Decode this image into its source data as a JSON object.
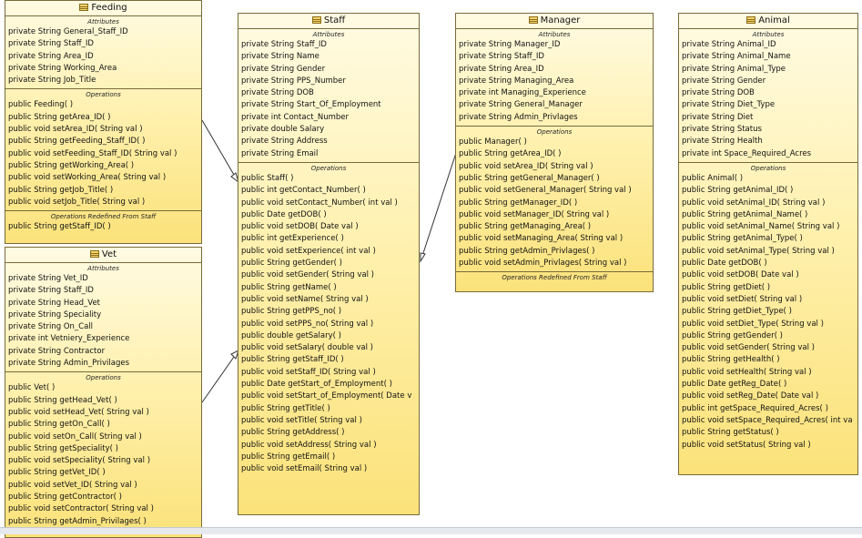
{
  "classes": {
    "feeding": {
      "name": "Feeding",
      "attributes_title": "Attributes",
      "attributes": [
        "private String General_Staff_ID",
        "private String Staff_ID",
        "private String Area_ID",
        "private String Working_Area",
        "private String Job_Title"
      ],
      "operations_title": "Operations",
      "operations": [
        "public Feeding( )",
        "public String  getArea_ID( )",
        "public void  setArea_ID( String val )",
        "public String  getFeeding_Staff_ID( )",
        "public void  setFeeding_Staff_ID( String val )",
        "public String  getWorking_Area( )",
        "public void  setWorking_Area( String val )",
        "public String  getJob_Title( )",
        "public void  setJob_Title( String val )"
      ],
      "redefined_title": "Operations Redefined From Staff",
      "redefined": [
        "public String  getStaff_ID( )"
      ]
    },
    "vet": {
      "name": "Vet",
      "attributes_title": "Attributes",
      "attributes": [
        "private String Vet_ID",
        "private String Staff_ID",
        "private String Head_Vet",
        "private String Speciality",
        "private String On_Call",
        "private int Vetniery_Experience",
        "private String Contractor",
        "private String Admin_Privilages"
      ],
      "operations_title": "Operations",
      "operations": [
        "public Vet( )",
        "public String  getHead_Vet( )",
        "public void  setHead_Vet( String val )",
        "public String  getOn_Call( )",
        "public void  setOn_Call( String val )",
        "public String  getSpeciality( )",
        "public void  setSpeciality( String val )",
        "public String  getVet_ID( )",
        "public void  setVet_ID( String val )",
        "public String  getContractor( )",
        "public void  setContractor( String val )",
        "public String  getAdmin_Privilages( )"
      ]
    },
    "staff": {
      "name": "Staff",
      "attributes_title": "Attributes",
      "attributes": [
        "private String Staff_ID",
        "private String Name",
        "private String Gender",
        "private String PPS_Number",
        "private String DOB",
        "private String Start_Of_Employment",
        "private int Contact_Number",
        "private double Salary",
        "private String Address",
        "private String Email"
      ],
      "operations_title": "Operations",
      "operations": [
        "public Staff( )",
        "public int  getContact_Number( )",
        "public void  setContact_Number( int val )",
        "public Date  getDOB( )",
        "public void  setDOB( Date val )",
        "public int  getExperience( )",
        "public void  setExperience( int val )",
        "public String  getGender( )",
        "public void  setGender( String val )",
        "public String  getName( )",
        "public void  setName( String val )",
        "public String  getPPS_no( )",
        "public void  setPPS_no( String val )",
        "public double  getSalary( )",
        "public void  setSalary( double val )",
        "public String  getStaff_ID( )",
        "public void  setStaff_ID( String val )",
        "public Date  getStart_of_Employment( )",
        "public void  setStart_of_Employment( Date v",
        "public String  getTitle( )",
        "public void  setTitle( String val )",
        "public String  getAddress( )",
        "public void  setAddress( String val )",
        "public String  getEmail( )",
        "public void  setEmail( String val )"
      ]
    },
    "manager": {
      "name": "Manager",
      "attributes_title": "Attributes",
      "attributes": [
        "private String Manager_ID",
        "private String Staff_ID",
        "private String Area_ID",
        "private String Managing_Area",
        "private int Managing_Experience",
        "private String General_Manager",
        "private String Admin_Privlages"
      ],
      "operations_title": "Operations",
      "operations": [
        "public Manager( )",
        "public String  getArea_ID( )",
        "public void  setArea_ID( String val )",
        "public String  getGeneral_Manager( )",
        "public void  setGeneral_Manager( String val )",
        "public String  getManager_ID( )",
        "public void  setManager_ID( String val )",
        "public String  getManaging_Area( )",
        "public void  setManaging_Area( String val )",
        "public String  getAdmin_Privlages( )",
        "public void  setAdmin_Privlages( String val )"
      ],
      "redefined_title": "Operations Redefined From Staff",
      "redefined": []
    },
    "animal": {
      "name": "Animal",
      "attributes_title": "Attributes",
      "attributes": [
        "private String Animal_ID",
        "private String Animal_Name",
        "private String Animal_Type",
        "private String Gender",
        "private String DOB",
        "private String Diet_Type",
        "private String Diet",
        "private String Status",
        "private String Health",
        "private int Space_Required_Acres"
      ],
      "operations_title": "Operations",
      "operations": [
        "public Animal( )",
        "public String  getAnimal_ID( )",
        "public void  setAnimal_ID( String val )",
        "public String  getAnimal_Name( )",
        "public void  setAnimal_Name( String val )",
        "public String  getAnimal_Type( )",
        "public void  setAnimal_Type( String val )",
        "public Date  getDOB( )",
        "public void  setDOB( Date val )",
        "public String  getDiet( )",
        "public void  setDiet( String val )",
        "public String  getDiet_Type( )",
        "public void  setDiet_Type( String val )",
        "public String  getGender( )",
        "public void  setGender( String val )",
        "public String  getHealth( )",
        "public void  setHealth( String val )",
        "public Date  getReg_Date( )",
        "public void  setReg_Date( Date val )",
        "public int  getSpace_Required_Acres( )",
        "public void  setSpace_Required_Acres( int va",
        "public String  getStatus( )",
        "public void  setStatus( String val )"
      ]
    }
  },
  "colors": {
    "border": "#7a6a3a",
    "fill_top": "#fffbe3",
    "fill_bottom": "#fbe27a",
    "link": "#333333"
  }
}
